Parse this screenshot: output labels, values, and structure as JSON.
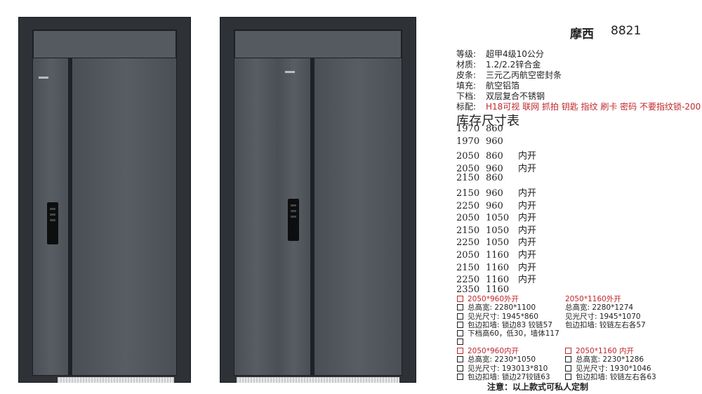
{
  "product": {
    "name": "摩西",
    "code": "8821"
  },
  "specs": [
    {
      "key": "等级:",
      "value": "超甲4级10公分"
    },
    {
      "key": "材质:",
      "value": "1.2/2.2锌合金"
    },
    {
      "key": "皮条:",
      "value": "三元乙丙航空密封条"
    },
    {
      "key": "填充:",
      "value": "航空铝箔"
    },
    {
      "key": "下档:",
      "value": "双层复合不锈钢"
    },
    {
      "key": "标配:",
      "value": "H18可视 联网 抓拍 钥匙 指纹 刷卡 密码 不要指纹锁-200"
    }
  ],
  "size_table": {
    "title": "库存尺寸表",
    "rows": [
      [
        "1970",
        "860",
        ""
      ],
      [
        "1970",
        "960",
        ""
      ],
      [
        "2050",
        "860",
        "内开"
      ],
      [
        "2050",
        "960",
        "内开"
      ],
      [
        "2150",
        "860",
        ""
      ],
      [
        "2150",
        "960",
        "内开"
      ],
      [
        "2250",
        "960",
        "内开"
      ],
      [
        "2050",
        "1050",
        "内开"
      ],
      [
        "2150",
        "1050",
        "内开"
      ],
      [
        "2250",
        "1050",
        "内开"
      ],
      [
        "2050",
        "1160",
        "内开"
      ],
      [
        "2150",
        "1160",
        "内开"
      ],
      [
        "2250",
        "1160",
        "内开"
      ],
      [
        "2350",
        "1160",
        ""
      ]
    ]
  },
  "notes": {
    "left_top": [
      "2050*960外开",
      "总高宽: 2280*1100",
      "见光尺寸: 1945*860",
      "包边扣墙: 锁边83 铰链57",
      "下档高60，低30，墙体117",
      ""
    ],
    "right_top": [
      "2050*1160外开",
      "总高宽: 2280*1274",
      "见光尺寸: 1945*1070",
      "包边扣墙: 铰链左右各57"
    ],
    "left_bottom": [
      "2050*960内开",
      "总高宽: 2230*1050",
      "见光尺寸: 193013*810",
      "包边扣墙: 锁边27铰链63"
    ],
    "right_bottom": [
      "2050*1160 内开",
      "总高宽: 2230*1286",
      "见光尺寸: 1930*1046",
      "包边扣墙: 铰链左右各63"
    ]
  },
  "footer": "注意：以上款式可私人定制",
  "colors": {
    "accent_red": "#c0272d",
    "door": "#4d5259",
    "frame": "#2e3136"
  }
}
